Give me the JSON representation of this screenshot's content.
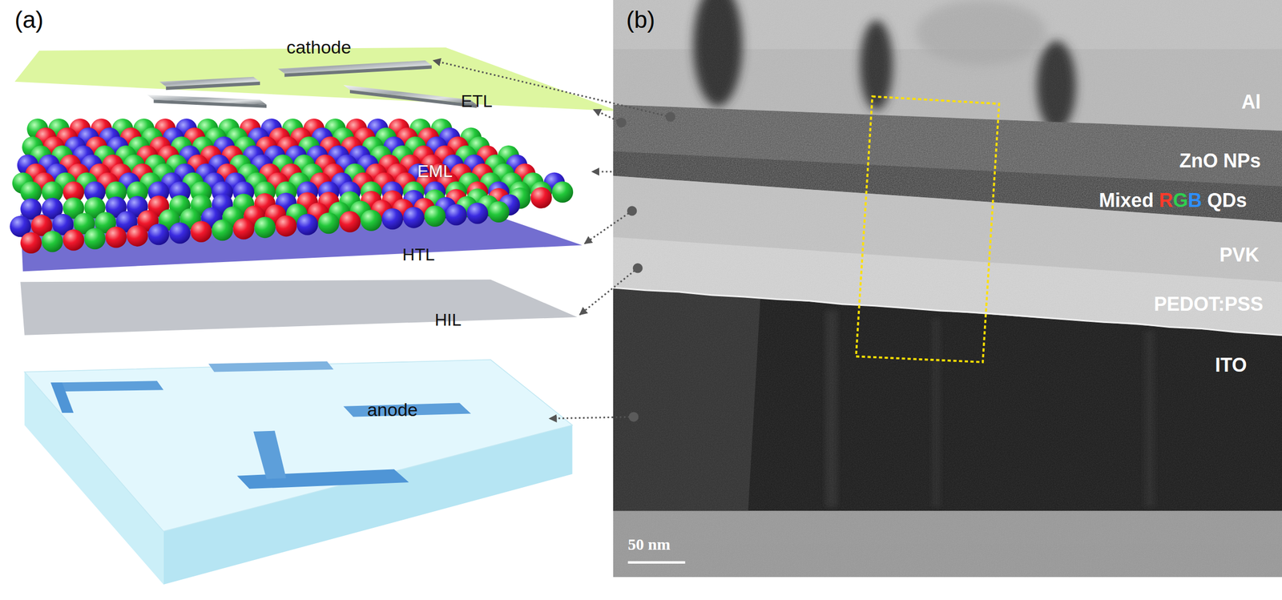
{
  "diagram": {
    "labels": [
      "(a)",
      "cathode",
      "ETL",
      "EML",
      "HTL",
      "HIL",
      "anode",
      "(b)",
      "Al",
      "ZnO NPs",
      "Mixed",
      "R",
      "G",
      "B",
      "QDs",
      "PVK",
      "PEDOT:PSS",
      "ITO",
      "50 nm"
    ]
  }
}
